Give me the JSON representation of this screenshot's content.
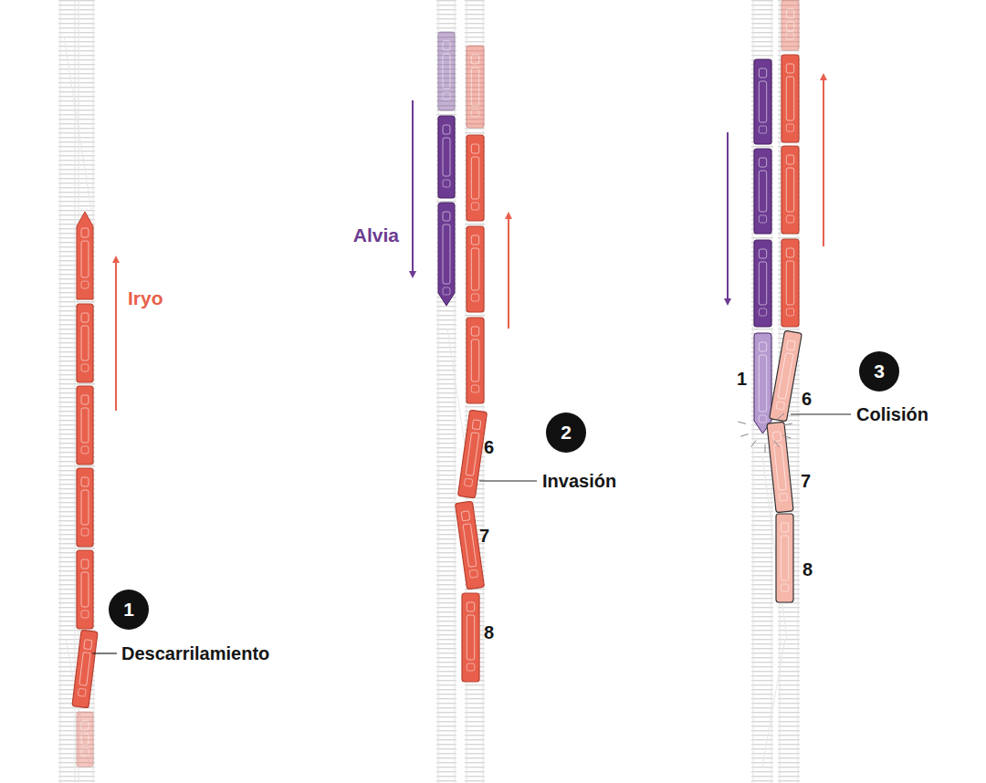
{
  "diagram": {
    "nodes": [
      {
        "text": [
          "1"
        ]
      },
      {
        "text": [
          "2"
        ]
      },
      {
        "text": [
          "3"
        ]
      }
    ],
    "labels": [
      "Iryo",
      "Descarrilamiento",
      "Alvia",
      "6",
      "Invasión",
      "7",
      "8",
      "1",
      "6",
      "Colisión",
      "7",
      "8"
    ]
  }
}
